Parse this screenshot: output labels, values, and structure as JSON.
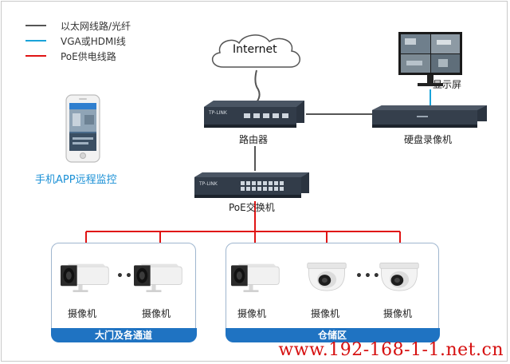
{
  "legend": {
    "items": [
      {
        "label": "以太网线路/光纤",
        "color": "#555555"
      },
      {
        "label": "VGA或HDMI线",
        "color": "#1aa3d9"
      },
      {
        "label": "PoE供电线路",
        "color": "#e01414"
      }
    ]
  },
  "nodes": {
    "internet": "Internet",
    "router": "路由器",
    "router_brand": "TP-LINK",
    "switch": "PoE交换机",
    "switch_brand": "TP-LINK",
    "nvr": "硬盘录像机",
    "monitor": "显示屏",
    "phone": "手机APP远程监控"
  },
  "zones": {
    "left": {
      "title": "大门及各通道",
      "cameras": [
        "摄像机",
        "摄像机"
      ]
    },
    "right": {
      "title": "仓储区",
      "cameras": [
        "摄像机",
        "摄像机",
        "摄像机"
      ]
    }
  },
  "ellipsis": "•••",
  "watermark": "www.192-168-1-1.net.cn",
  "colors": {
    "ethernet": "#555555",
    "vga": "#1aa3d9",
    "poe": "#e01414",
    "zone_bar": "#1f73c2",
    "phone_label": "#1a90d6"
  }
}
